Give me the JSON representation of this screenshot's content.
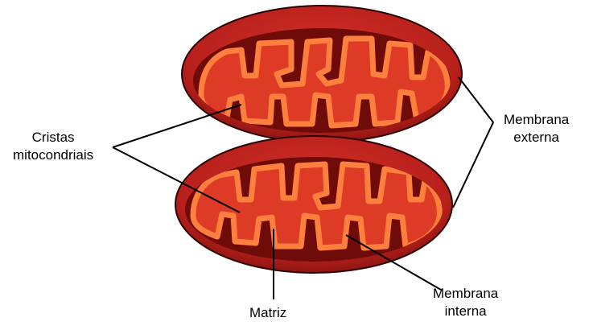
{
  "labels": {
    "cristas": [
      "Cristas",
      "mitocondriais"
    ],
    "membrana_externa": [
      "Membrana",
      "externa"
    ],
    "membrana_interna": [
      "Membrana",
      "interna"
    ],
    "matriz": "Matriz"
  },
  "colors": {
    "outer_membrane": "#b8201b",
    "outer_membrane_dark": "#7a0e0c",
    "intermembrane": "#6f0c0a",
    "inner_membrane": "#ff7f3f",
    "matrix": "#dd3b25",
    "leader_line": "#000000"
  }
}
